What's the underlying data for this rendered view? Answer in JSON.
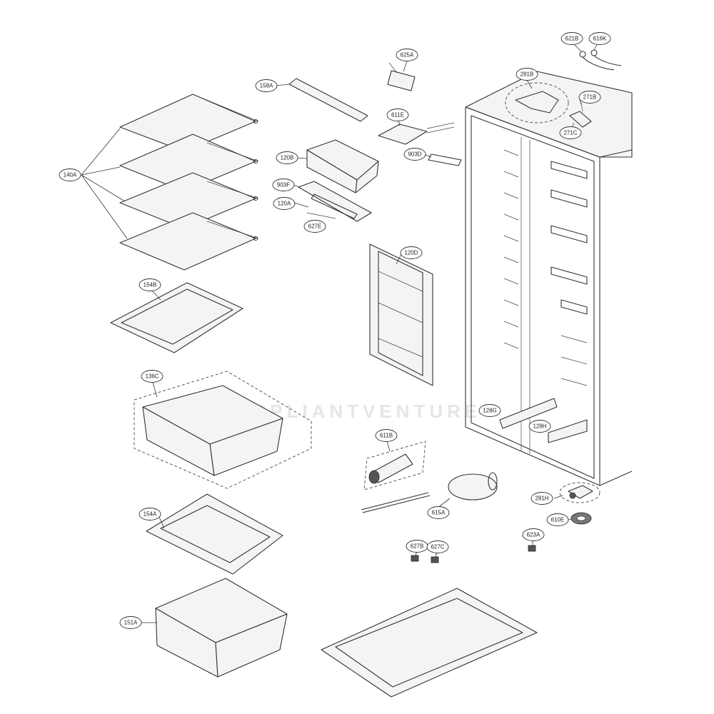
{
  "diagram": {
    "watermark": "APPLIANTVENTURE",
    "callouts": [
      {
        "id": "140A",
        "label": "140A"
      },
      {
        "id": "154B",
        "label": "154B"
      },
      {
        "id": "136C",
        "label": "136C"
      },
      {
        "id": "154A",
        "label": "154A"
      },
      {
        "id": "151A",
        "label": "151A"
      },
      {
        "id": "158A",
        "label": "158A"
      },
      {
        "id": "625A",
        "label": "625A"
      },
      {
        "id": "611E",
        "label": "611E"
      },
      {
        "id": "903D",
        "label": "903D"
      },
      {
        "id": "120B",
        "label": "120B"
      },
      {
        "id": "903F",
        "label": "903F"
      },
      {
        "id": "120A",
        "label": "120A"
      },
      {
        "id": "627E",
        "label": "627E"
      },
      {
        "id": "120D",
        "label": "120D"
      },
      {
        "id": "611B",
        "label": "611B"
      },
      {
        "id": "615A",
        "label": "615A"
      },
      {
        "id": "627B",
        "label": "627B"
      },
      {
        "id": "627C",
        "label": "627C"
      },
      {
        "id": "623A",
        "label": "623A"
      },
      {
        "id": "610E",
        "label": "610E"
      },
      {
        "id": "281H",
        "label": "281H"
      },
      {
        "id": "128G",
        "label": "128G"
      },
      {
        "id": "128H",
        "label": "128H"
      },
      {
        "id": "281B",
        "label": "281B"
      },
      {
        "id": "271B",
        "label": "271B"
      },
      {
        "id": "271C",
        "label": "271C"
      },
      {
        "id": "621B",
        "label": "621B"
      },
      {
        "id": "616K",
        "label": "616K"
      }
    ]
  }
}
